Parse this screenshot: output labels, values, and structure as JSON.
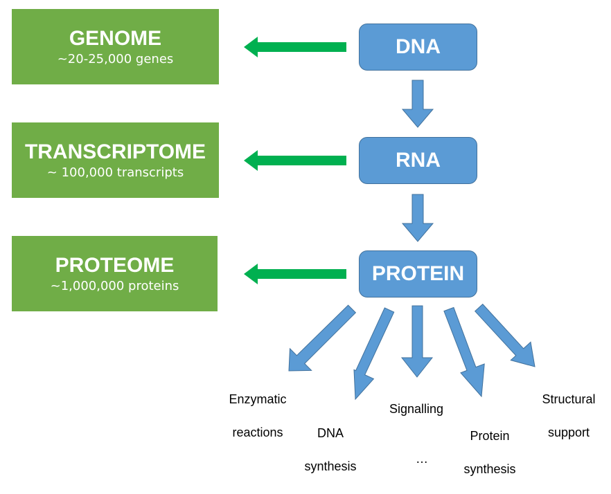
{
  "levels": [
    {
      "title": "GENOME",
      "subtitle": "~20-25,000 genes",
      "molecule": "DNA"
    },
    {
      "title": "TRANSCRIPTOME",
      "subtitle": "~ 100,000 transcripts",
      "molecule": "RNA"
    },
    {
      "title": "PROTEOME",
      "subtitle": "~1,000,000 proteins",
      "molecule": "PROTEIN"
    }
  ],
  "functions": [
    {
      "line1": "Enzymatic",
      "line2": "reactions"
    },
    {
      "line1": "DNA",
      "line2": "synthesis"
    },
    {
      "line1": "Signalling",
      "line2": ""
    },
    {
      "line1": "Protein",
      "line2": "synthesis"
    },
    {
      "line1": "Structural",
      "line2": "support"
    }
  ],
  "ellipsis": "…",
  "colors": {
    "green_box": "#70ad47",
    "green_arrow": "#00b050",
    "blue_box": "#5b9bd5",
    "blue_border": "#41719c"
  }
}
